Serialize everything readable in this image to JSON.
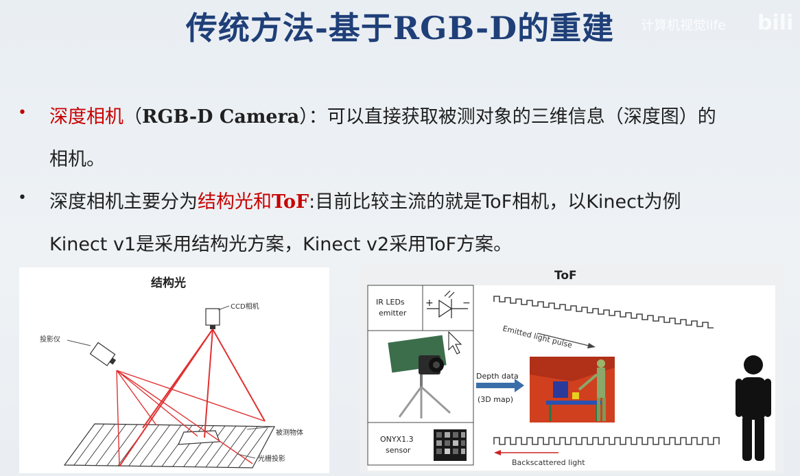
{
  "title": "传统方法-基于RGB-D的重建",
  "watermark": {
    "text": "计算机视觉life",
    "logo": "bili"
  },
  "bullets": [
    {
      "hl": "深度相机",
      "paren_open": "（",
      "english": "RGB-D Camera",
      "rest": "）：可以直接获取被测对象的三维信息（深度图）的",
      "cont": "相机。"
    },
    {
      "pre": "深度相机主要分为",
      "hl_a": "结构光和",
      "hl_b": "ToF",
      "rest": ":目前比较主流的就是ToF相机，以Kinect为例",
      "cont": "Kinect v1是采用结构光方案，Kinect v2采用ToF方案。"
    }
  ],
  "left_panel": {
    "title": "结构光",
    "labels": {
      "camera": "CCD相机",
      "projector": "投影仪",
      "object": "被测物体",
      "grating": "光栅投影"
    }
  },
  "right_panel": {
    "title": "ToF",
    "labels": {
      "ir": "IR LEDs",
      "emitter": "emitter",
      "depth": "Depth data",
      "map": "(3D map)",
      "onyx": "ONYX1.3",
      "sensor": "sensor",
      "emitted": "Emitted light pulse",
      "back": "Backscattered light"
    }
  }
}
